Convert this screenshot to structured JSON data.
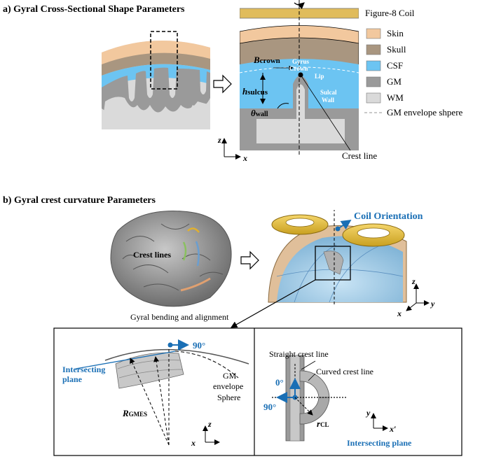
{
  "panel_a": {
    "heading": "a)  Gyral Cross-Sectional Shape Parameters",
    "coil_label": "Figure-8 Coil",
    "legend": [
      {
        "label": "Skin",
        "color": "#f2c89e"
      },
      {
        "label": "Skull",
        "color": "#a99680"
      },
      {
        "label": "CSF",
        "color": "#6cc4f2"
      },
      {
        "label": "GM",
        "color": "#9a9a9a"
      },
      {
        "label": "WM",
        "color": "#dadada"
      }
    ],
    "envelope_label": "GM envelope shpere",
    "b_crown": "B",
    "b_crown_sub": "crown",
    "gyrus_crown": "Gyrus",
    "gyrus_crown2": "Crown",
    "lip": "Lip",
    "sulcal": "Sulcal",
    "wall": "Wall",
    "h_sulcus": "h",
    "h_sulcus_sub": "sulcus",
    "theta_wall": "θ",
    "theta_wall_sub": "wall",
    "crest_line": "Crest line",
    "axis_z": "z",
    "axis_x": "x"
  },
  "panel_b": {
    "heading": "b)  Gyral crest curvature  Parameters",
    "crest_lines": "Crest lines",
    "brain_caption": "Gyral bending and alignment",
    "coil_orientation": "Coil Orientation",
    "axis_z": "z",
    "axis_x": "x",
    "axis_y": "y",
    "angle_90": "90°",
    "intersecting_plane_1": "Intersecting",
    "intersecting_plane_2": "plane",
    "gm_env_1": "GM",
    "gm_env_2": "envelope",
    "gm_env_3": "Sphere",
    "r_gmes": "R",
    "r_gmes_sub": "GMES",
    "straight_crest": "Straight crest line",
    "curved_crest": "Curved crest line",
    "angle_0": "0°",
    "angle_90b": "90°",
    "r_cl": "r",
    "r_cl_sub": "CL",
    "axis_y2": "y",
    "axis_x2": "x′",
    "intersecting_plane_full": "Intersecting plane",
    "blue": "#1a6fb5"
  }
}
